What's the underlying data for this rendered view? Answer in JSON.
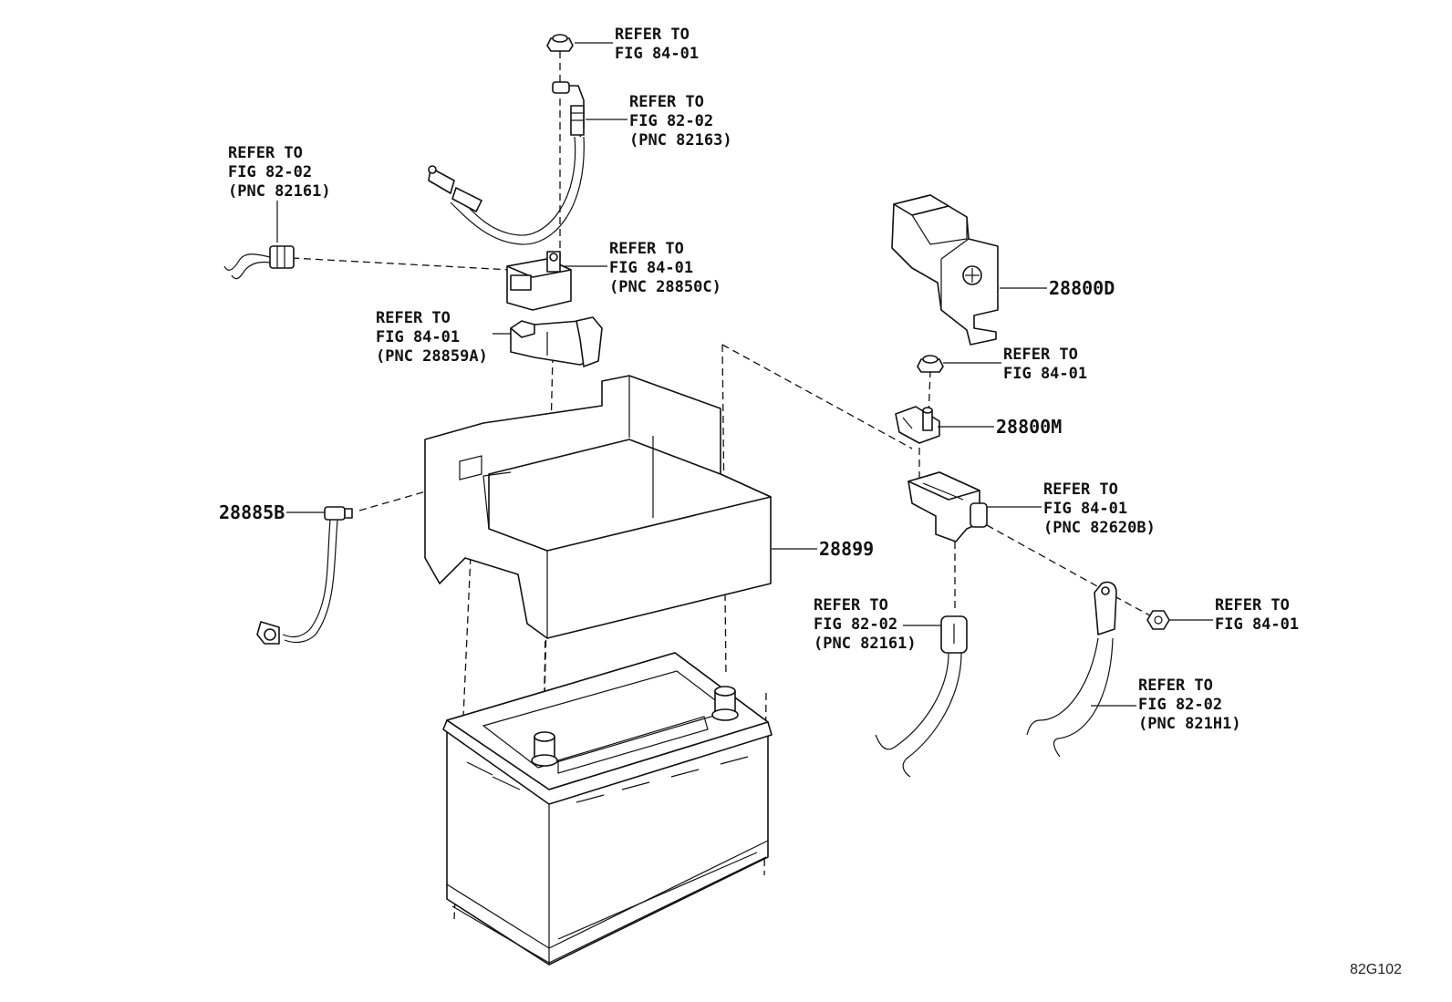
{
  "figure_code": "82G102",
  "callouts": {
    "bolt_top": [
      "REFER TO",
      "FIG 84-01"
    ],
    "cable_82163": [
      "REFER TO",
      "FIG 82-02",
      "(PNC 82163)"
    ],
    "cable_82161_top": [
      "REFER TO",
      "FIG 82-02",
      "(PNC 82161)"
    ],
    "sensor_28850c": [
      "REFER TO",
      "FIG 84-01",
      "(PNC 28850C)"
    ],
    "cover_28859a": [
      "REFER TO",
      "FIG 84-01",
      "(PNC 28859A)"
    ],
    "bolt_right": [
      "REFER TO",
      "FIG 84-01"
    ],
    "clamp_82620b": [
      "REFER TO",
      "FIG 84-01",
      "(PNC 82620B)"
    ],
    "cable_82161_bot": [
      "REFER TO",
      "FIG 82-02",
      "(PNC 82161)"
    ],
    "nut_right": [
      "REFER TO",
      "FIG 84-01"
    ],
    "cable_821h1": [
      "REFER TO",
      "FIG 82-02",
      "(PNC 821H1)"
    ]
  },
  "part_numbers": {
    "p28800d": "28800D",
    "p28800m": "28800M",
    "p28885b": "28885B",
    "p28899": "28899"
  }
}
